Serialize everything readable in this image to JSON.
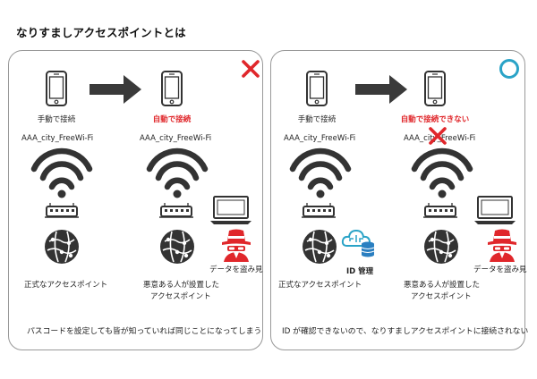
{
  "title": "なりすましアクセスポイントとは",
  "left_panel": {
    "mark": "cross",
    "manual_connect": "手動で接続",
    "auto_connect": "自動で接続",
    "ssid_1": "AAA_city_FreeWi-Fi",
    "ssid_2": "AAA_city_FreeWi-Fi",
    "official_ap": "正式なアクセスポイント",
    "malicious_ap_line1": "悪意ある人が設置した",
    "malicious_ap_line2": "アクセスポイント",
    "steal_data": "データを盗み見",
    "caption": "パスコードを設定しても皆が知っていれば同じことになってしまう"
  },
  "right_panel": {
    "mark": "circle",
    "manual_connect": "手動で接続",
    "auto_connect_prefix": "自動で接続",
    "auto_connect_suffix": "できない",
    "ssid_1": "AAA_city_FreeWi-Fi",
    "ssid_2": "AAA_city_FreeWi-Fi",
    "id_management": "ID 管理",
    "official_ap": "正式なアクセスポイント",
    "malicious_ap_line1": "悪意ある人が設置した",
    "malicious_ap_line2": "アクセスポイント",
    "steal_data": "データを盗み見",
    "caption": "ID が確認できないので、なりすましアクセスポイントに接続されない"
  },
  "colors": {
    "accent_red": "#e0272b",
    "ok_blue": "#2aa3c7",
    "icon_dark": "#333333",
    "arrow": "#3a3a3a",
    "db_blue": "#2a7fc1"
  }
}
